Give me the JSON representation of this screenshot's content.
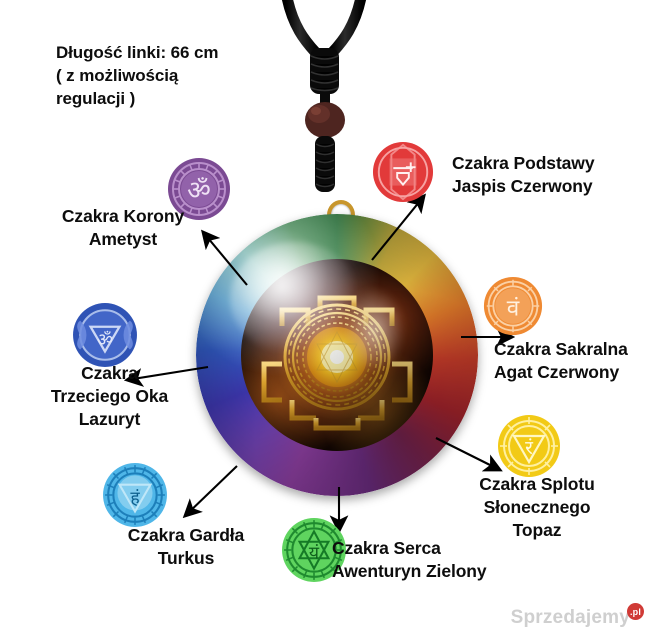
{
  "product": {
    "type": "chakra-orgonite-pendant-necklace",
    "cord_note": "Długość linki: 66 cm\n( z możliwością\nregulacji )"
  },
  "labels": {
    "crown": "Czakra Korony\nAmetyst",
    "root": "Czakra Podstawy\nJaspis Czerwony",
    "sacral": "Czakra Sakralna\nAgat Czerwony",
    "solar_plexus": "Czakra Splotu\nSłonecznego\nTopaz",
    "heart": "Czakra Serca\nAwenturyn Zielony",
    "throat": "Czakra Gardła\nTurkus",
    "third_eye": "Czakra\nTrzeciego Oka\nLazuryt"
  },
  "badges": [
    {
      "id": "crown",
      "symbol": "ॐ",
      "color": "#7b4a93",
      "label_key": "crown"
    },
    {
      "id": "root",
      "symbol": "लं",
      "color": "#e23a3a",
      "label_key": "root"
    },
    {
      "id": "sacral",
      "symbol": "वं",
      "color": "#ef8a33",
      "label_key": "sacral"
    },
    {
      "id": "solar_plexus",
      "symbol": "रं",
      "color": "#f2ca16",
      "label_key": "solar_plexus"
    },
    {
      "id": "heart",
      "symbol": "यं",
      "color": "#3fbf3f",
      "label_key": "heart"
    },
    {
      "id": "throat",
      "symbol": "हं",
      "color": "#3fa9dd",
      "label_key": "throat"
    },
    {
      "id": "third_eye",
      "symbol": "ॐ",
      "color": "#2f53b5",
      "label_key": "third_eye"
    }
  ],
  "watermark": {
    "text": "Sprzedajemy",
    "suffix": ".pl"
  },
  "colors": {
    "text": "#0d0d0d",
    "background": "#ffffff",
    "watermark": "#cfcfcf",
    "watermark_badge": "#d03a36",
    "cord": "#111111",
    "bead": "#5a2b26",
    "bail_gold": "#c8962c",
    "arrow": "#000000"
  }
}
